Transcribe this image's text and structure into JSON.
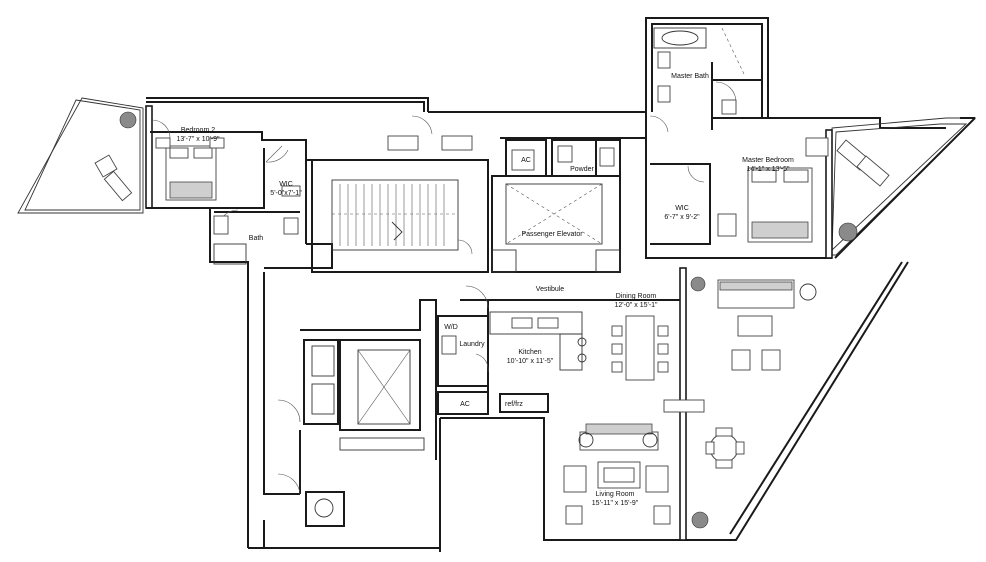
{
  "rooms": [
    {
      "name": "Bedroom 2",
      "dims": "13'-7\" x 10'-9\""
    },
    {
      "name": "WIC",
      "dims": "5'-0\"x7'-1\""
    },
    {
      "name": "Bath"
    },
    {
      "name": "AC"
    },
    {
      "name": "Powder"
    },
    {
      "name": "Master Bath"
    },
    {
      "name": "Master Bedroom",
      "dims": "14'-1\" x 13'-5\""
    },
    {
      "name": "WIC",
      "dims": "6'-7\" x 9'-2\""
    },
    {
      "name": "Passenger Elevator"
    },
    {
      "name": "Vestibule"
    },
    {
      "name": "Dining Room",
      "dims": "12'-0\" x 15'-1\""
    },
    {
      "name": "W/D"
    },
    {
      "name": "Laundry"
    },
    {
      "name": "Kitchen",
      "dims": "10'-10\" x 11'-5\""
    },
    {
      "name": "AC"
    },
    {
      "name": "ref/frz"
    },
    {
      "name": "Living Room",
      "dims": "15'-11\" x 15'-9\""
    }
  ]
}
